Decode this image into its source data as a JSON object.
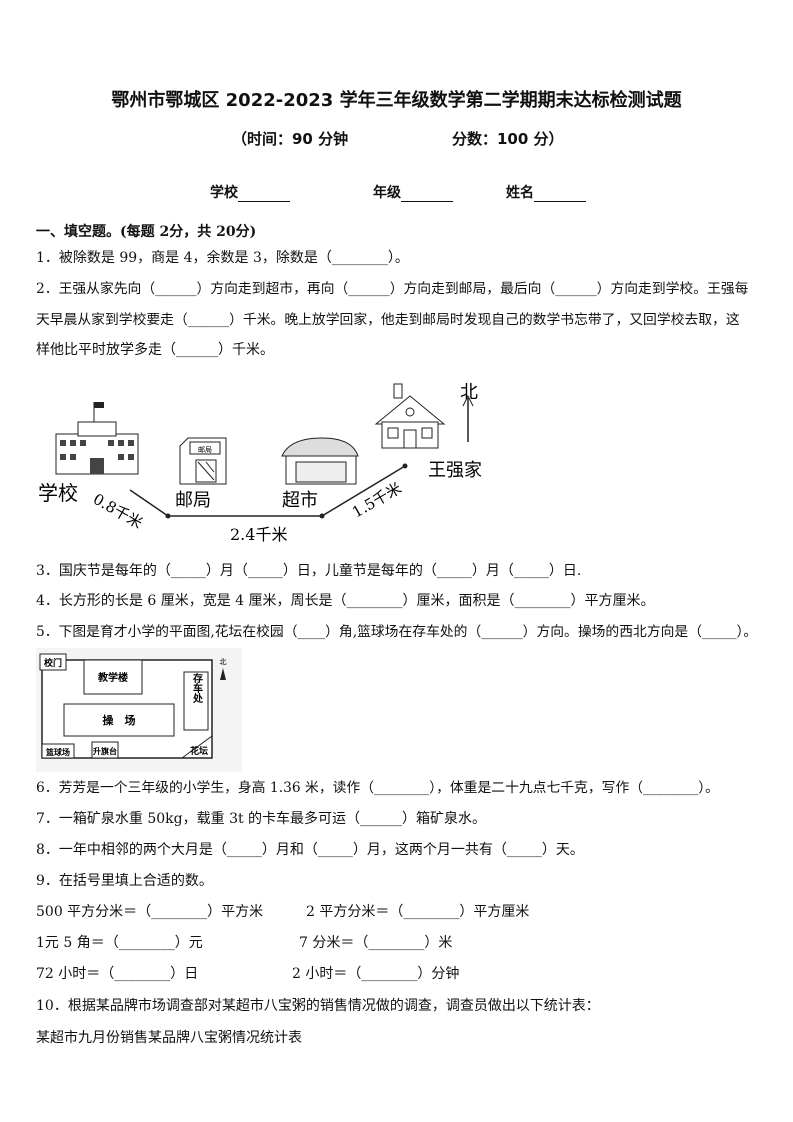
{
  "header": {
    "title": "鄂州市鄂城区 2022-2023 学年三年级数学第二学期期末达标检测试题",
    "time": "（时间：90 分钟",
    "score": "分数：100 分）",
    "school_label": "学校",
    "grade_label": "年级",
    "name_label": "姓名"
  },
  "section1": {
    "heading": "一、填空题。(每题 2分，共 20分)",
    "q1": "1．被除数是 99，商是 4，余数是 3，除数是（________）。",
    "q2_line1": "2．王强从家先向（______）方向走到超市，再向（______）方向走到邮局，最后向（______）方向走到学校。王强每",
    "q2_line2": "天早晨从家到学校要走（______）千米。晚上放学回家，他走到邮局时发现自己的数学书忘带了，又回学校去取，这",
    "q2_line3": "样他比平时放学多走（______）千米。",
    "q2_diagram": {
      "school": "学校",
      "post_office": "邮局",
      "supermarket": "超市",
      "home": "王强家",
      "d1": "0.8千米",
      "d2": "2.4千米",
      "d3": "1.5千米",
      "north": "北",
      "post_sign": "邮局"
    },
    "q3": "3．国庆节是每年的（_____）月（_____）日，儿童节是每年的（_____）月（_____）日.",
    "q4": "4．长方形的长是 6 厘米，宽是 4 厘米，周长是（________）厘米，面积是（________）平方厘米。",
    "q5": "5．下图是育才小学的平面图,花坛在校园（____）角,篮球场在存车处的（______）方向。操场的西北方向是（_____）。",
    "q5_map": {
      "gate": "校门",
      "teaching": "教学楼",
      "bike": "存车处",
      "playground": "操　场",
      "basketball": "篮球场",
      "flag": "升旗台",
      "flower": "花坛",
      "north": "北"
    },
    "q6": "6．芳芳是一个三年级的小学生，身高 1.36 米，读作（________），体重是二十九点七千克，写作（________）。",
    "q7": "7．一箱矿泉水重 50kg，载重 3t 的卡车最多可运（______）箱矿泉水。",
    "q8": "8．一年中相邻的两个大月是（_____）月和（_____）月，这两个月一共有（_____）天。",
    "q9": "9．在括号里填上合适的数。",
    "q9_items": [
      "500 平方分米＝（________）平方米",
      "2 平方分米＝（________）平方厘米",
      "1元 5 角＝（________）元",
      "7 分米＝（________）米",
      "72 小时＝（________）日",
      "2 小时＝（________）分钟"
    ],
    "q10": "10．根据某品牌市场调查部对某超市八宝粥的销售情况做的调查，调查员做出以下统计表：",
    "q10_table_title": "某超市九月份销售某品牌八宝粥情况统计表"
  }
}
